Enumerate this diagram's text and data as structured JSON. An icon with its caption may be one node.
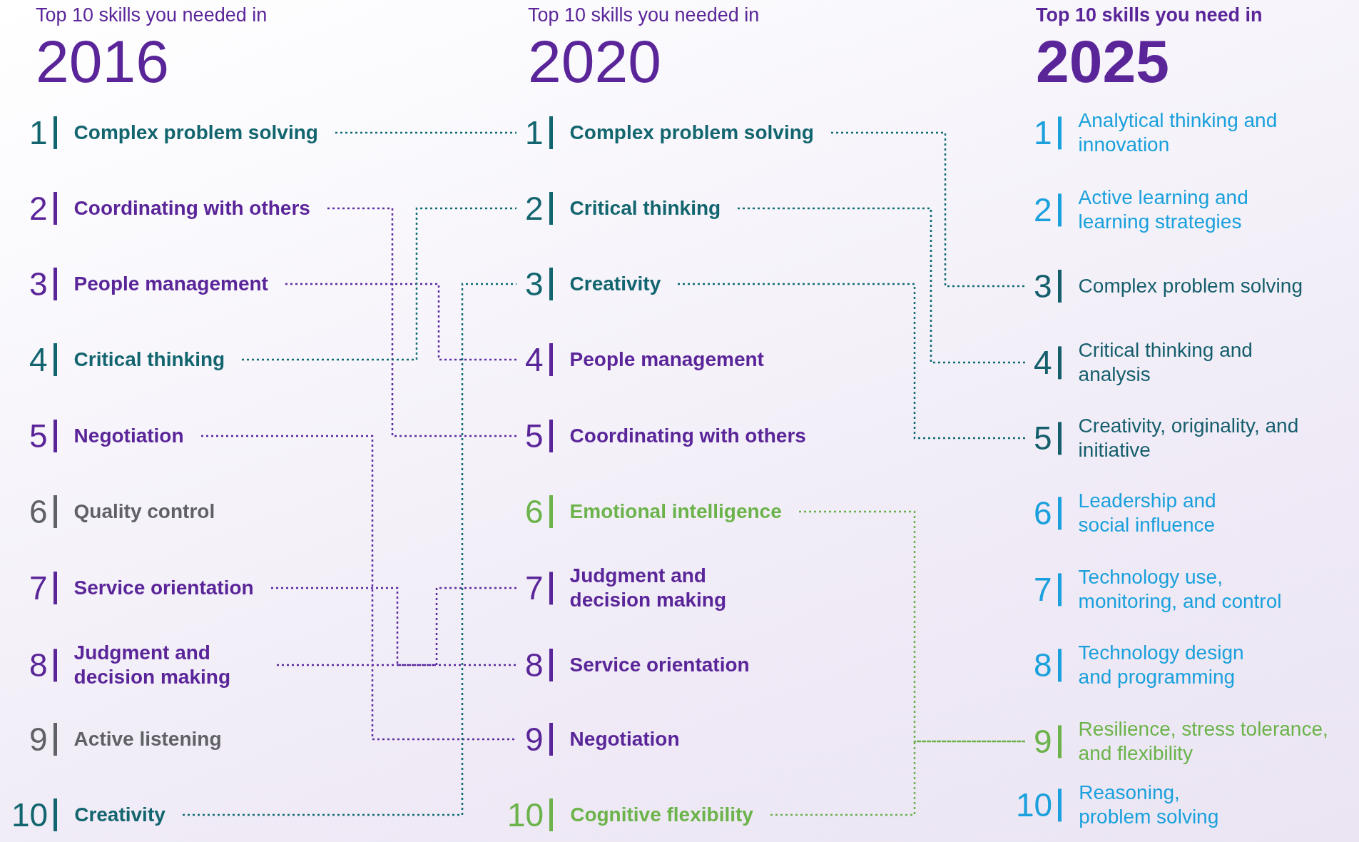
{
  "diagram": {
    "nodes": [
      {
        "text": [
          "1",
          "Complex problem solving"
        ]
      },
      {
        "text": [
          "2",
          "Coordinating with others"
        ]
      },
      {
        "text": [
          "3",
          "People management"
        ]
      },
      {
        "text": [
          "4",
          "Critical thinking"
        ]
      },
      {
        "text": [
          "5",
          "Negotiation"
        ]
      },
      {
        "text": [
          "6",
          "Quality control"
        ]
      },
      {
        "text": [
          "7",
          "Service orientation"
        ]
      },
      {
        "text": [
          "8",
          "Judgment and decision making"
        ]
      },
      {
        "text": [
          "9",
          "Active listening"
        ]
      },
      {
        "text": [
          "10",
          "Creativity"
        ]
      },
      {
        "text": [
          "1",
          "Complex problem solving"
        ]
      },
      {
        "text": [
          "2",
          "Critical thinking"
        ]
      },
      {
        "text": [
          "3",
          "Creativity"
        ]
      },
      {
        "text": [
          "4",
          "People management"
        ]
      },
      {
        "text": [
          "5",
          "Coordinating with others"
        ]
      },
      {
        "text": [
          "6",
          "Emotional intelligence"
        ]
      },
      {
        "text": [
          "7",
          "Judgment and decision making"
        ]
      },
      {
        "text": [
          "8",
          "Service orientation"
        ]
      },
      {
        "text": [
          "9",
          "Negotiation"
        ]
      },
      {
        "text": [
          "10",
          "Cognitive flexibility"
        ]
      },
      {
        "text": [
          "1",
          "Analytical thinking and innovation"
        ]
      },
      {
        "text": [
          "2",
          "Active learning and learning strategies"
        ]
      },
      {
        "text": [
          "3",
          "Complex problem solving"
        ]
      },
      {
        "text": [
          "4",
          "Critical thinking and analysis"
        ]
      },
      {
        "text": [
          "5",
          "Creativity, originality, and initiative"
        ]
      },
      {
        "text": [
          "6",
          "Leadership and social influence"
        ]
      },
      {
        "text": [
          "7",
          "Technology use, monitoring, and control"
        ]
      },
      {
        "text": [
          "8",
          "Technology design and programming"
        ]
      },
      {
        "text": [
          "9",
          "Resilience, stress tolerance, and flexibility"
        ]
      },
      {
        "text": [
          "10",
          "Reasoning, problem solving"
        ]
      }
    ],
    "edges": [
      {
        "from": 0,
        "to": 10,
        "arrow": "none"
      },
      {
        "from": 1,
        "to": 14,
        "arrow": "none",
        "color": "#5b2a9e"
      },
      {
        "from": 2,
        "to": 13,
        "arrow": "none",
        "color": "#5b2a9e"
      },
      {
        "from": 3,
        "to": 11,
        "arrow": "none"
      },
      {
        "from": 4,
        "to": 18,
        "arrow": "none",
        "color": "#5b2a9e"
      },
      {
        "from": 6,
        "to": 17,
        "arrow": "none",
        "color": "#5b2a9e"
      },
      {
        "from": 7,
        "to": 16,
        "arrow": "none",
        "color": "#5b2a9e"
      },
      {
        "from": 9,
        "to": 12,
        "arrow": "none"
      },
      {
        "from": 10,
        "to": 22,
        "arrow": "none"
      },
      {
        "from": 11,
        "to": 23,
        "arrow": "none"
      },
      {
        "from": 12,
        "to": 24,
        "arrow": "none"
      },
      {
        "from": 15,
        "to": 28,
        "arrow": "none",
        "color": "#6ab04c"
      },
      {
        "from": 19,
        "to": 28,
        "arrow": "none",
        "color": "#6ab04c"
      }
    ],
    "labels": [
      "Top 10 skills you needed in",
      "2016",
      "Top 10 skills you needed in",
      "2020",
      "Top 10 skills you need in",
      "2025"
    ]
  }
}
